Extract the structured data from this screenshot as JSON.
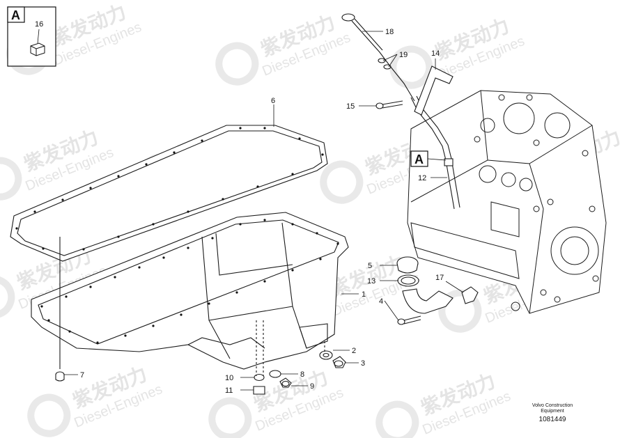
{
  "inset": {
    "tag": "A",
    "part_number": "16"
  },
  "section_tag": "A",
  "callouts": {
    "c1": "1",
    "c2": "2",
    "c3": "3",
    "c4": "4",
    "c5": "5",
    "c6": "6",
    "c7": "7",
    "c8": "8",
    "c9": "9",
    "c10": "10",
    "c11": "11",
    "c12": "12",
    "c13": "13",
    "c14": "14",
    "c15": "15",
    "c17": "17",
    "c18": "18",
    "c19": "19"
  },
  "footer": {
    "line1": "Volvo Construction",
    "line2": "Equipment",
    "drawing_number": "1081449"
  },
  "watermark": {
    "brand_cn": "紫发动力",
    "brand_en": "Diesel-Engines"
  },
  "colors": {
    "line": "#1a1a1a",
    "watermark": "#cfcfcf"
  }
}
